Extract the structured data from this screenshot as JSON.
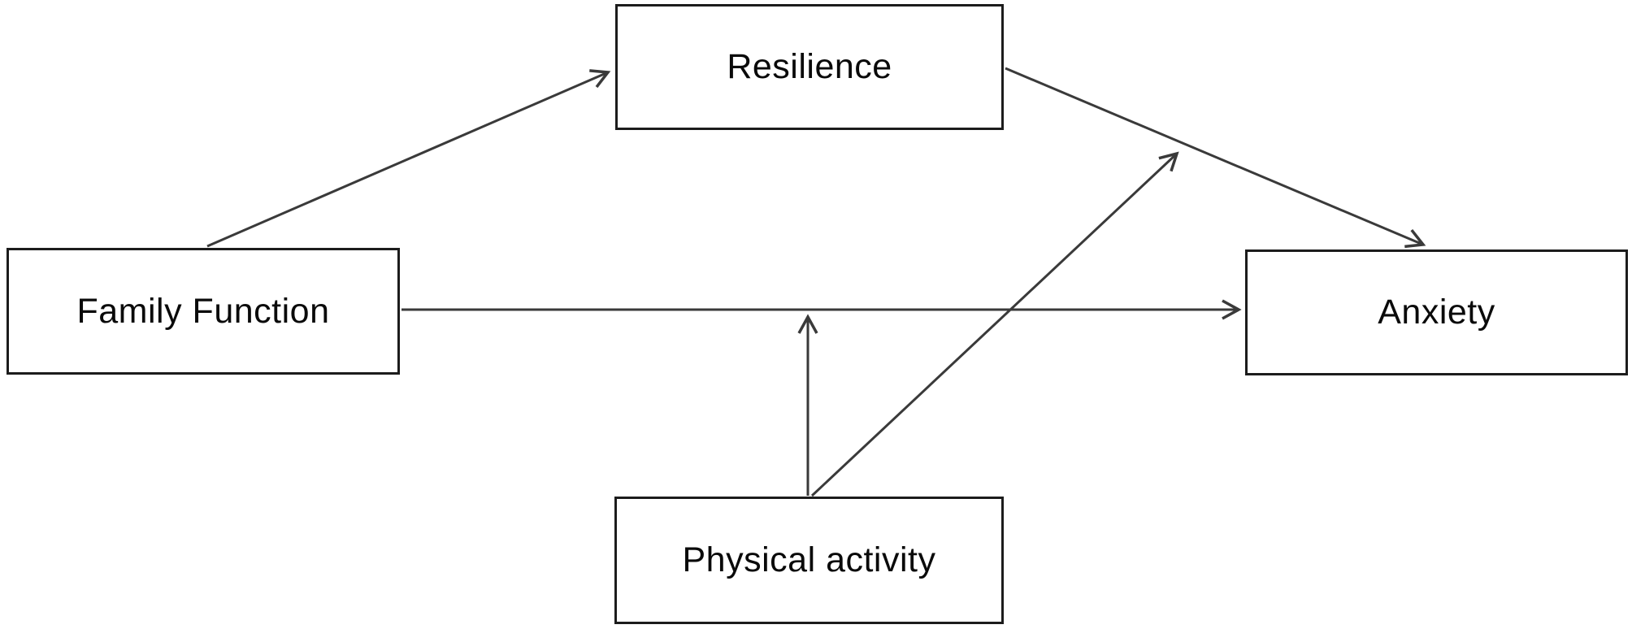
{
  "diagram": {
    "type": "path-model",
    "background_color": "#ffffff",
    "box_border_color": "#1c1c1c",
    "arrow_color": "#3a3a3a",
    "text_color": "#0a0a0a",
    "nodes": {
      "resilience": {
        "label": "Resilience"
      },
      "family_function": {
        "label": "Family Function"
      },
      "anxiety": {
        "label": "Anxiety"
      },
      "physical_activity": {
        "label": "Physical activity"
      }
    },
    "edges": [
      {
        "from": "family_function",
        "to": "resilience",
        "style": "arrow"
      },
      {
        "from": "family_function",
        "to": "anxiety",
        "style": "arrow"
      },
      {
        "from": "resilience",
        "to": "anxiety",
        "style": "arrow"
      },
      {
        "from": "physical_activity",
        "to": "path:family_function->anxiety",
        "style": "arrow-onto-path"
      },
      {
        "from": "physical_activity",
        "to": "path:resilience->anxiety",
        "style": "arrow-onto-path"
      }
    ]
  }
}
